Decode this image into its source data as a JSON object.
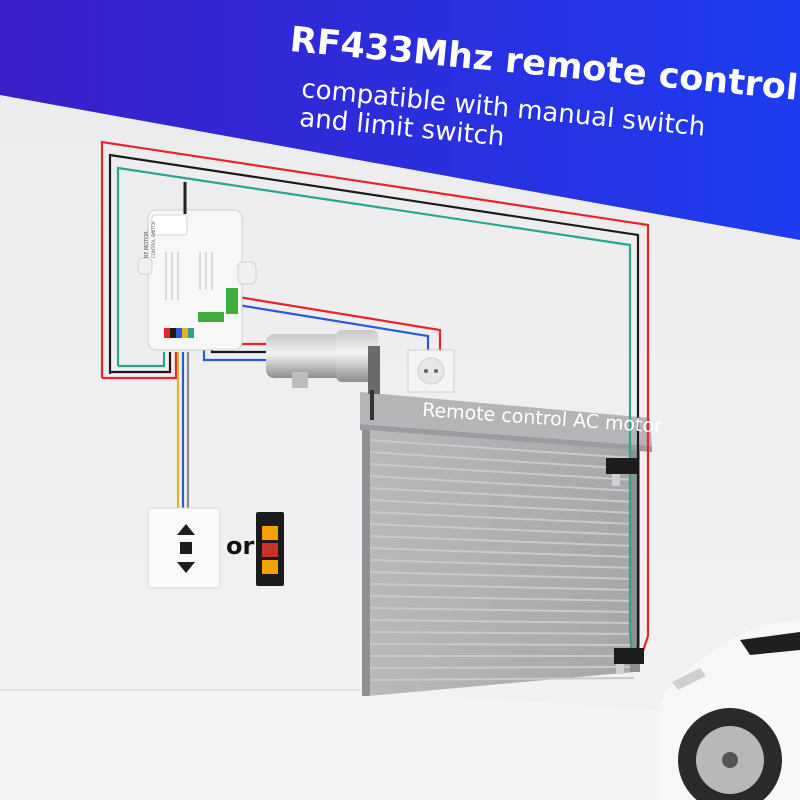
{
  "headline": {
    "title": "RF433Mhz remote control",
    "subtitle_line1": "compatible with manual switch",
    "subtitle_line2": "and limit switch"
  },
  "door": {
    "label": "Remote control AC motor"
  },
  "controller": {
    "label_line1": "RF MOTOR",
    "label_line2": "CONTROL SWITCH"
  },
  "switch_choice": {
    "or_label": "or"
  },
  "colors": {
    "banner_start": "#3a1ec8",
    "banner_end": "#1d3cf0",
    "wire_red": "#e8232b",
    "wire_black": "#1a1a1a",
    "wire_teal": "#2aa58c",
    "wire_blue": "#2a5ad8",
    "wire_yellow": "#e2b22c"
  },
  "icons": [
    "up-arrow-icon",
    "stop-square-icon",
    "down-arrow-icon"
  ]
}
